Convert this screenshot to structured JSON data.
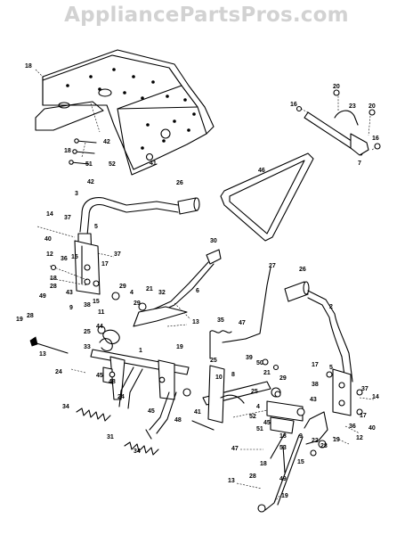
{
  "watermark": "AppliancePartsPros.com",
  "labels": [
    "18",
    "20",
    "16",
    "23",
    "20",
    "16",
    "7",
    "42",
    "18",
    "51",
    "52",
    "41",
    "42",
    "46",
    "3",
    "26",
    "14",
    "37",
    "40",
    "5",
    "12",
    "36",
    "15",
    "37",
    "17",
    "30",
    "18",
    "28",
    "43",
    "29",
    "4",
    "21",
    "32",
    "9",
    "38",
    "11",
    "6",
    "15",
    "49",
    "19",
    "28",
    "13",
    "25",
    "44",
    "29",
    "13",
    "35",
    "47",
    "27",
    "26",
    "2",
    "33",
    "24",
    "1",
    "45",
    "48",
    "19",
    "24",
    "10",
    "25",
    "39",
    "50",
    "21",
    "29",
    "17",
    "5",
    "8",
    "34",
    "45",
    "48",
    "41",
    "43",
    "38",
    "14",
    "4",
    "25",
    "52",
    "45",
    "51",
    "31",
    "18",
    "37",
    "40",
    "17",
    "36",
    "12",
    "9",
    "22",
    "19",
    "28",
    "34",
    "47",
    "53",
    "18",
    "15",
    "49",
    "13",
    "28",
    "19"
  ]
}
